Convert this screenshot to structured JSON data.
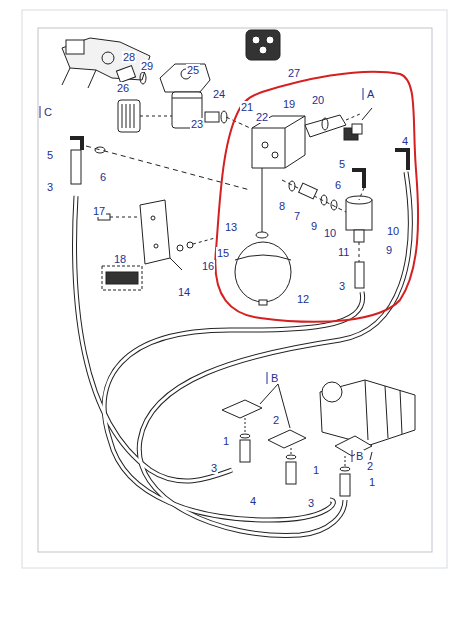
{
  "diagram": {
    "labels": [
      "28",
      "29",
      "25",
      "27",
      "26",
      "24",
      "20",
      "A",
      "22",
      "19",
      "21",
      "23",
      "4",
      "C",
      "5",
      "6",
      "3",
      "5",
      "6",
      "8",
      "7",
      "9",
      "10",
      "11",
      "10",
      "9",
      "13",
      "3",
      "12",
      "17",
      "18",
      "15",
      "16",
      "14",
      "B",
      "2",
      "B",
      "1",
      "2",
      "1",
      "3",
      "4",
      "1",
      "3"
    ]
  }
}
